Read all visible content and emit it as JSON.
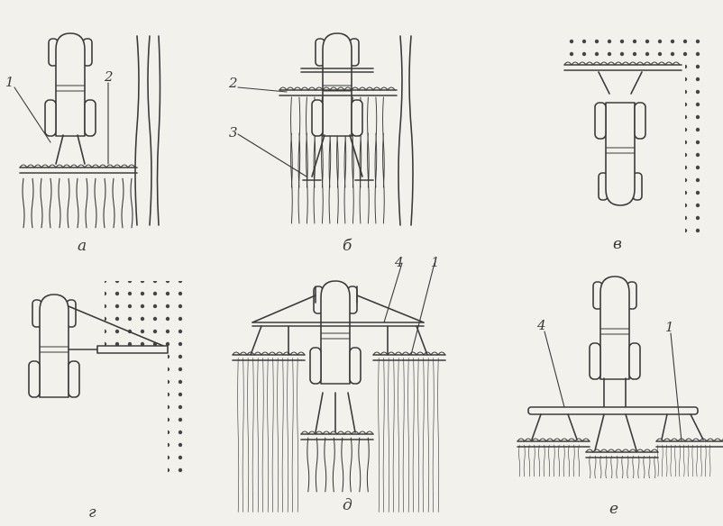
{
  "panels": {
    "a": {
      "caption": "а",
      "callouts": [
        "1",
        "2"
      ]
    },
    "b": {
      "caption": "б",
      "callouts": [
        "2",
        "3"
      ]
    },
    "v": {
      "caption": "в"
    },
    "g": {
      "caption": "г"
    },
    "d": {
      "caption": "д",
      "callouts": [
        "4",
        "1"
      ]
    },
    "e": {
      "caption": "е",
      "callouts": [
        "4",
        "1"
      ]
    }
  },
  "colors": {
    "ink": "#3a3a3a",
    "paper": "#f3f1ec"
  }
}
